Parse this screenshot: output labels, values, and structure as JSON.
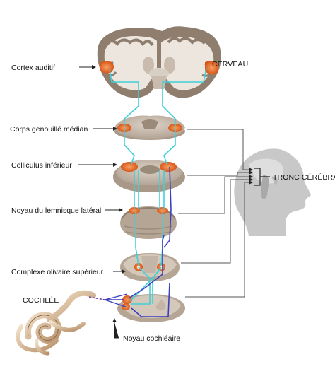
{
  "labels": {
    "cortex_auditif": "Cortex auditif",
    "cerveau": "CERVEAU",
    "corps_genouille": "Corps genouillé médian",
    "colliculus": "Colliculus inférieur",
    "lemnisque": "Noyau du lemnisque latéral",
    "olivaire": "Complexe olivaire supérieur",
    "cochlee": "COCHLÉE",
    "noyau_cochleaire": "Noyau cochléaire",
    "tronc": "TRONC CÉRÉBRAL"
  },
  "colors": {
    "tissue": "#c9bcae",
    "tissue_dark": "#8a7a6c",
    "white_matter": "#ece7e0",
    "highlight": "#e8702a",
    "pathway_cyan": "#3fd0d8",
    "pathway_blue": "#3a3fbf",
    "head": "#c8c8c8"
  }
}
